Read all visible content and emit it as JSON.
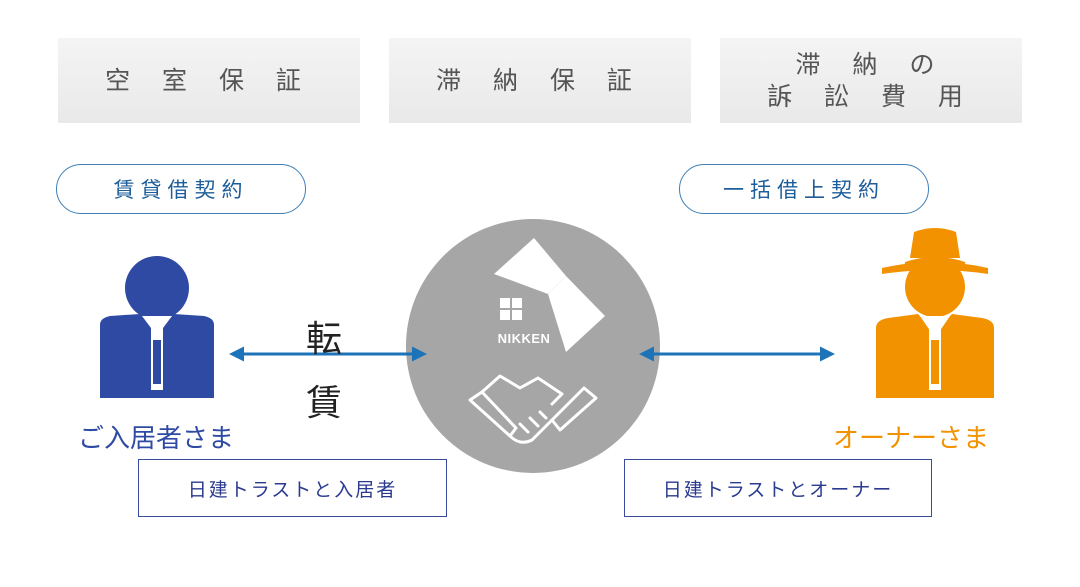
{
  "top_boxes": [
    {
      "label": "空 室 保 証"
    },
    {
      "label": "滞 納 保 証"
    },
    {
      "label": "滞 納 の\n訴 訟 費 用"
    }
  ],
  "contracts": {
    "left": "賃貸借契約",
    "right": "一括借上契約"
  },
  "parties": {
    "tenant": "ご入居者さま",
    "owner": "オーナーさま"
  },
  "sublease": {
    "char1": "転",
    "char2": "賃"
  },
  "logo": {
    "brand": "NIKKEN"
  },
  "relations": {
    "left": "日建トラストと入居者",
    "right": "日建トラストとオーナー"
  },
  "colors": {
    "tenant": "#2f4aa3",
    "owner": "#f39200",
    "arrow": "#1c73b8",
    "hub": "#a6a6a6"
  }
}
